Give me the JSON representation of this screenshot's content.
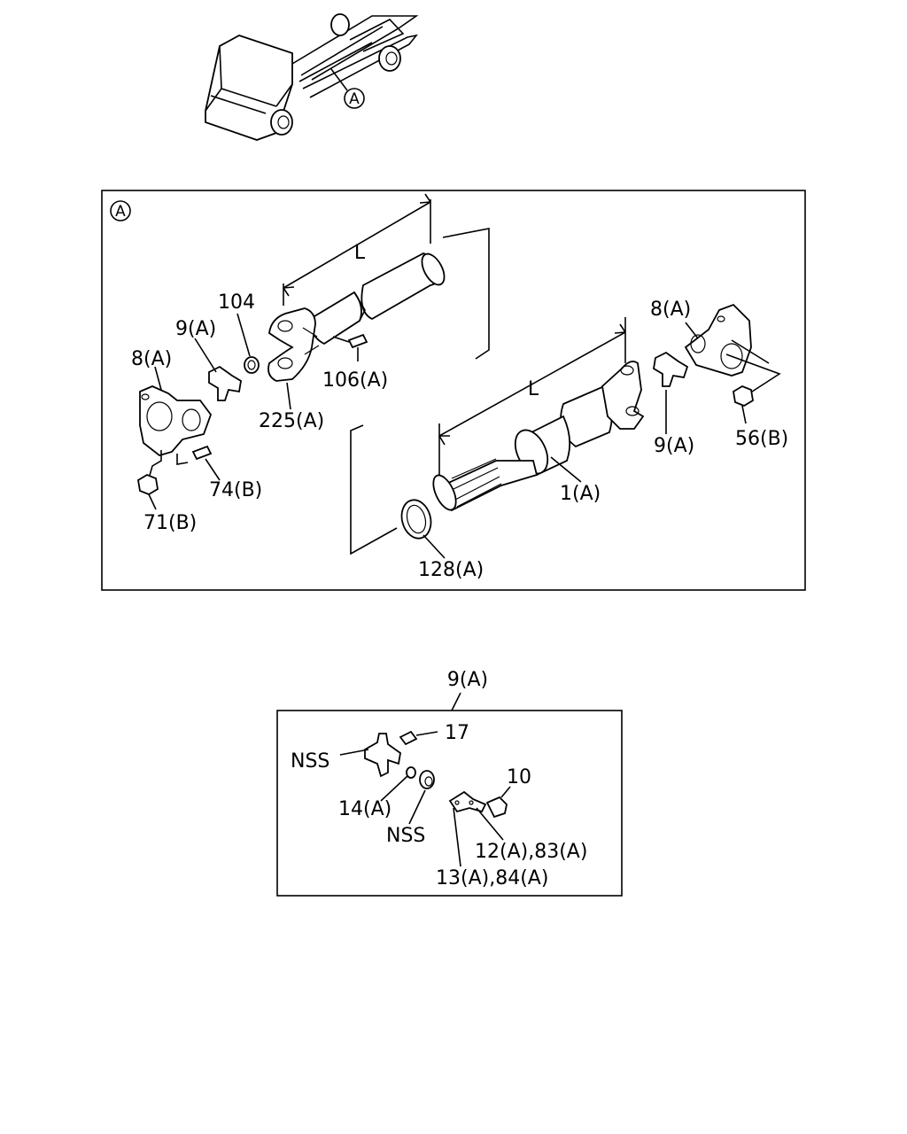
{
  "truck": {
    "callout": "A"
  },
  "panel_a": {
    "marker": "A",
    "dim_label_upper": "L",
    "dim_label_lower": "L",
    "labels": {
      "p104": "104",
      "p9a_left": "9(A)",
      "p8a_left": "8(A)",
      "p106a": "106(A)",
      "p225a": "225(A)",
      "p74b": "74(B)",
      "p71b": "71(B)",
      "p8a_right": "8(A)",
      "p9a_right": "9(A)",
      "p56b": "56(B)",
      "p1a": "1(A)",
      "p128a": "128(A)"
    }
  },
  "detail_9a": {
    "title": "9(A)",
    "labels": {
      "p17": "17",
      "nss_top": "NSS",
      "p10": "10",
      "p14a": "14(A)",
      "nss_bottom": "NSS",
      "p12a_83a": "12(A),83(A)",
      "p13a_84a": "13(A),84(A)"
    }
  }
}
